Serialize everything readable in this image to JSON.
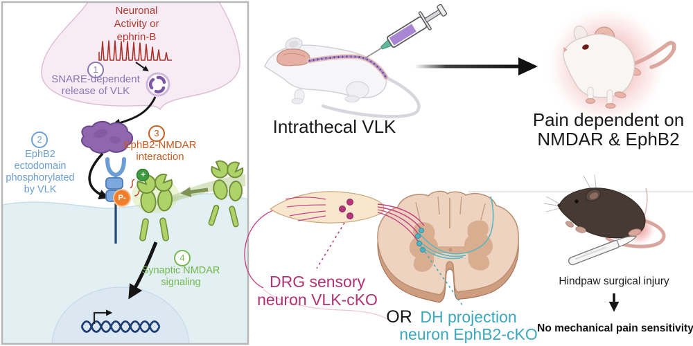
{
  "figure": {
    "panel_synapse": {
      "stimulus_lines": [
        "Neuronal",
        "Activity or",
        "ephrin-B"
      ],
      "steps": [
        {
          "num": "1",
          "lines": [
            "SNARE-dependent",
            "release of VLK"
          ]
        },
        {
          "num": "2",
          "lines": [
            "EphB2",
            "ectodomain",
            "phosphorylated",
            "by VLK"
          ]
        },
        {
          "num": "3",
          "lines": [
            "EphB2-NMDAR",
            "interaction"
          ]
        },
        {
          "num": "4",
          "lines": [
            "Synaptic NMDAR",
            "signaling"
          ]
        }
      ],
      "phospho_badge": "P-",
      "ligand_badge": "+"
    },
    "top_row": {
      "injection_label": "Intrathecal VLK",
      "outcome_lines": [
        "Pain dependent on",
        "NMDAR & EphB2"
      ]
    },
    "bottom_row": {
      "drg_lines": [
        "DRG sensory",
        "neuron VLK-cKO"
      ],
      "or_label": "OR",
      "dh_lines": [
        "DH projection",
        "neuron EphB2-cKO"
      ],
      "injury_label": "Hindpaw surgical injury",
      "outcome_label": "No mechanical pain sensitivity"
    },
    "colors": {
      "stimulus_red": "#b5342b",
      "step1_purple": "#8a76b5",
      "step2_blue": "#6aa0d6",
      "step3_orange": "#c75a1e",
      "step4_green": "#74b84e",
      "vlk_enzyme_purple": "#9066ae",
      "ephb2_blue": "#7da8dd",
      "phospho_orange": "#ef7d2b",
      "nmdar_green": "#b0d369",
      "drg_magenta": "#ae3274",
      "dh_teal": "#3ba7bc",
      "text_black": "#1a1a1a"
    }
  }
}
